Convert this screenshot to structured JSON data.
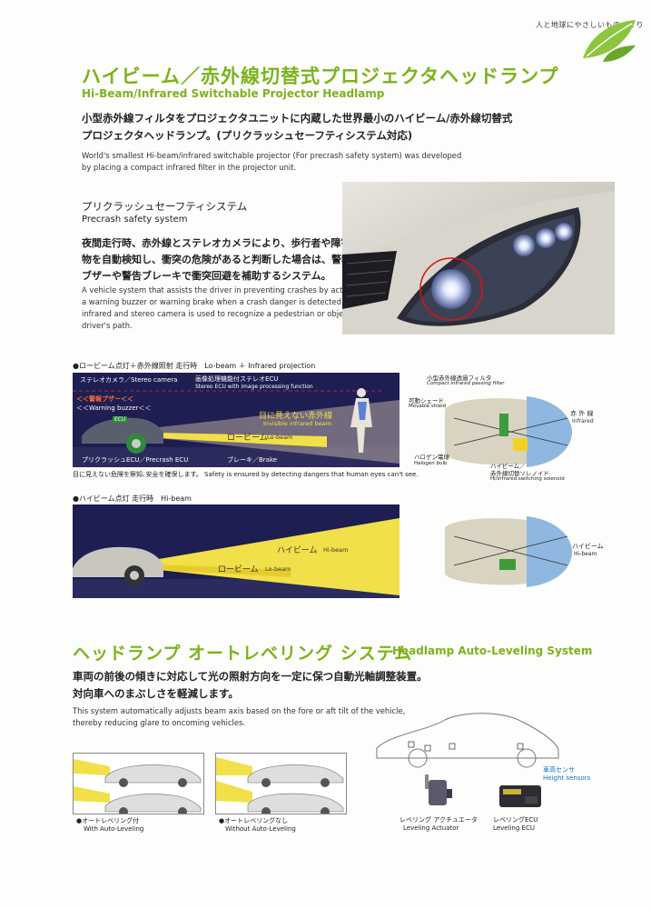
{
  "header": {
    "tagline": "人と地球にやさしいものづくり"
  },
  "projector": {
    "title_jp": "ハイビーム／赤外線切替式プロジェクタヘッドランプ",
    "title_en": "Hi-Beam/Infrared Switchable Projector Headlamp",
    "desc_jp_1": "小型赤外線フィルタをプロジェクタユニットに内蔵した世界最小のハイビーム/赤外線切替式",
    "desc_jp_2": "プロジェクタヘッドランプ。(プリクラッシュセーフティシステム対応)",
    "desc_en_1": "World's smallest Hi-beam/infrared switchable projector (For precrash safety system) was developed",
    "desc_en_2": "by placing a compact infrared filter in the projector unit."
  },
  "precrash": {
    "title_jp": "プリクラッシュセーフティシステム",
    "title_en": "Precrash safety system",
    "jp_1": "夜間走行時、赤外線とステレオカメラにより、歩行者や障害",
    "jp_2": "物を自動検知し、衝突の危険があると判断した場合は、警報",
    "jp_3": "ブザーや警告ブレーキで衝突回避を補助するシステム。",
    "en_1": "A vehicle system that assists the driver in preventing crashes by activating",
    "en_2": "a warning buzzer or warning brake when a crash danger is detected. An",
    "en_3": "infrared and stereo camera is used to recognize a pedestrian or object in the",
    "en_4": "driver's path."
  },
  "lowbeam_panel": {
    "heading": "●ロービーム点灯＋赤外線照射 走行時　Lo-beam ＋ Infrared projection",
    "stereo_camera": "ステレオカメラ／Stereo camera",
    "stereo_ecu_jp": "画像処理機能付ステレオECU",
    "stereo_ecu_en": "Stereo ECU with image processing function",
    "warning_jp": "＜＜警報ブザー＜＜",
    "warning_en": "＜＜Warning buzzer＜＜",
    "ecu_tag": "ECU",
    "invisible_jp": "目に見えない赤外線",
    "invisible_en": "Invisible infrared beam",
    "lowbeam_jp": "ロービーム",
    "lowbeam_en": "Lo-beam",
    "precrash_ecu": "プリクラッシュECU／Precrash ECU",
    "brake": "ブレーキ／Brake",
    "caption": "目に見えない危険を察知､安全を確保します。 Safety is ensured by detecting dangers that human eyes can't see."
  },
  "lowbeam_diagram": {
    "filter_jp": "小型赤外線透過フィルタ",
    "filter_en": "Compact infrared passing filter",
    "shield_jp": "可動シェード",
    "shield_en": "Movable shield",
    "infrared_jp": "赤 外 線",
    "infrared_en": "Infrared",
    "halogen_jp": "ハロゲン電球",
    "halogen_en": "Halogen bulb",
    "solenoid_jp_1": "ハイビーム／",
    "solenoid_jp_2": "赤外線切替ソレノイド",
    "solenoid_en": "Hi/infrared switching solenoid"
  },
  "hibeam_panel": {
    "heading": "●ハイビーム点灯 走行時　Hi-beam",
    "hibeam_jp": "ハイビーム",
    "hibeam_en": "Hi-beam",
    "lowbeam_jp": "ロービーム",
    "lowbeam_en": "Lo-beam"
  },
  "hibeam_diagram": {
    "label_jp": "ハイビーム",
    "label_en": "Hi-beam"
  },
  "leveling": {
    "title_jp": "ヘッドランプ オートレベリング システム",
    "title_en": "Headlamp Auto-Leveling System",
    "jp_1": "車両の前後の傾きに対応して光の照射方向を一定に保つ自動光軸調整装置。",
    "jp_2": "対向車へのまぶしさを軽減します。",
    "en_1": "This system automatically adjusts beam axis based on the fore or aft tilt of the vehicle,",
    "en_2": "thereby reducing glare to oncoming vehicles.",
    "with_jp": "●オートレベリング付",
    "with_en": "With Auto-Leveling",
    "without_jp": "●オートレベリングなし",
    "without_en": "Without Auto-Leveling",
    "sensor_jp": "車高センサ",
    "sensor_en": "Height sensors",
    "actuator_jp": "レベリング アクチュエータ",
    "actuator_en": "Leveling Actuator",
    "ecu_jp": "レベリングECU",
    "ecu_en": "Leveling ECU"
  },
  "colors": {
    "accent": "#7cb31c",
    "navy": "#1e1e52",
    "beam": "#f2e04a",
    "blue": "#1a6fc0"
  }
}
